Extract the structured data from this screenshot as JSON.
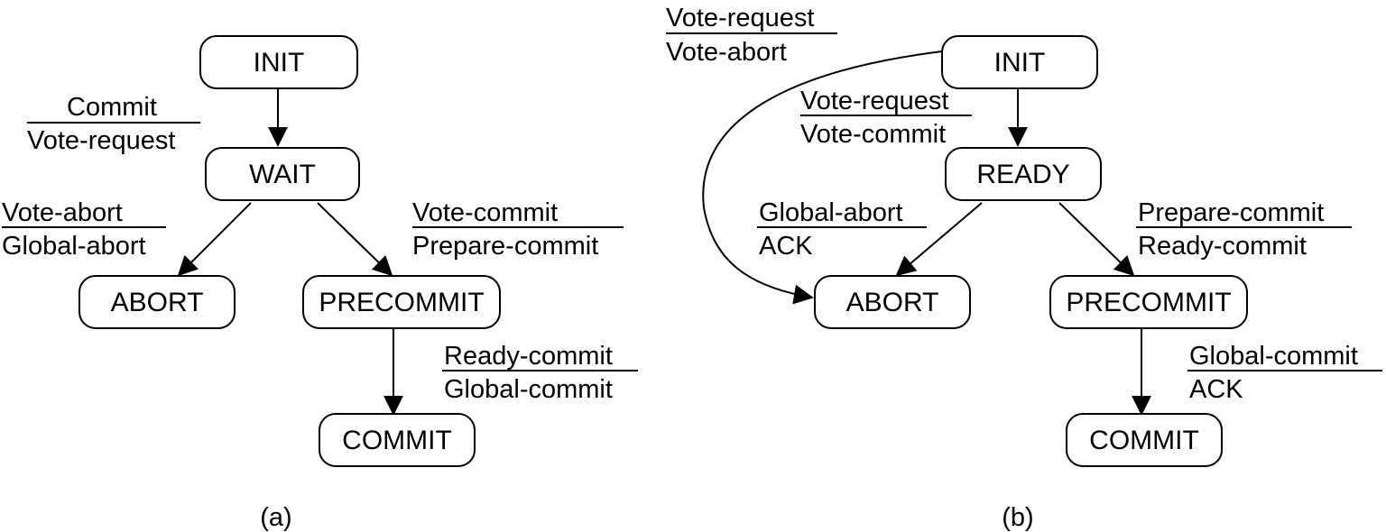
{
  "colors": {
    "ink": "#000000",
    "background": "#ffffff"
  },
  "panels": [
    {
      "caption": "(a)",
      "states": [
        {
          "id": "init",
          "label": "INIT"
        },
        {
          "id": "wait",
          "label": "WAIT"
        },
        {
          "id": "abort",
          "label": "ABORT"
        },
        {
          "id": "precommit",
          "label": "PRECOMMIT"
        },
        {
          "id": "commit",
          "label": "COMMIT"
        }
      ],
      "transitions": [
        {
          "from": "init",
          "to": "wait",
          "event": "Commit",
          "action": "Vote-request"
        },
        {
          "from": "wait",
          "to": "abort",
          "event": "Vote-abort",
          "action": "Global-abort"
        },
        {
          "from": "wait",
          "to": "precommit",
          "event": "Vote-commit",
          "action": "Prepare-commit"
        },
        {
          "from": "precommit",
          "to": "commit",
          "event": "Ready-commit",
          "action": "Global-commit"
        }
      ]
    },
    {
      "caption": "(b)",
      "states": [
        {
          "id": "init",
          "label": "INIT"
        },
        {
          "id": "ready",
          "label": "READY"
        },
        {
          "id": "abort",
          "label": "ABORT"
        },
        {
          "id": "precommit",
          "label": "PRECOMMIT"
        },
        {
          "id": "commit",
          "label": "COMMIT"
        }
      ],
      "transitions": [
        {
          "from": "init",
          "to": "abort",
          "event": "Vote-request",
          "action": "Vote-abort"
        },
        {
          "from": "init",
          "to": "ready",
          "event": "Vote-request",
          "action": "Vote-commit"
        },
        {
          "from": "ready",
          "to": "abort",
          "event": "Global-abort",
          "action": "ACK"
        },
        {
          "from": "ready",
          "to": "precommit",
          "event": "Prepare-commit",
          "action": "Ready-commit"
        },
        {
          "from": "precommit",
          "to": "commit",
          "event": "Global-commit",
          "action": "ACK"
        }
      ]
    }
  ]
}
